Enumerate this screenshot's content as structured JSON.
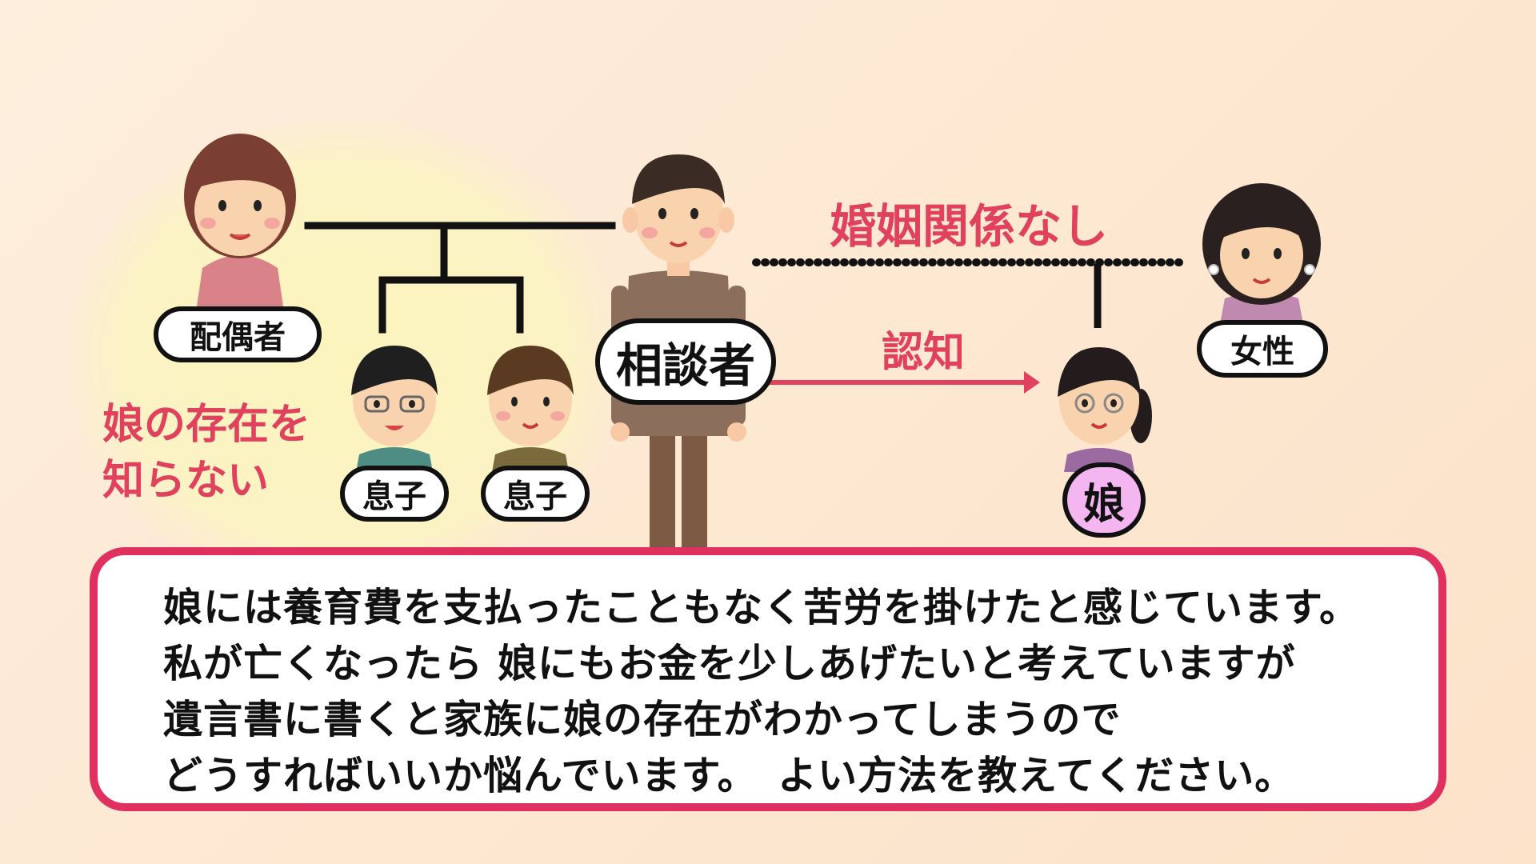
{
  "diagram": {
    "people": {
      "spouse": "配偶者",
      "client": "相談者",
      "son1": "息子",
      "son2": "息子",
      "daughter": "娘",
      "woman": "女性"
    },
    "relations": {
      "no_marriage": "婚姻関係なし",
      "acknowledged": "認知"
    },
    "note_line1": "娘の存在を",
    "note_line2": "知らない"
  },
  "message": {
    "lines": [
      "娘には養育費を支払ったこともなく苦労を掛けたと感じています。",
      "私が亡くなったら 娘にもお金を少しあげたいと考えていますが",
      "遺言書に書くと家族に娘の存在がわかってしまうので",
      "どうすればいいか悩んでいます。　よい方法を教えてください。"
    ]
  },
  "colors": {
    "accent_red": "#e0415c",
    "frame_red": "#e0305f",
    "daughter_label": "#f4b6f0",
    "glow": "#fbf4bd"
  }
}
